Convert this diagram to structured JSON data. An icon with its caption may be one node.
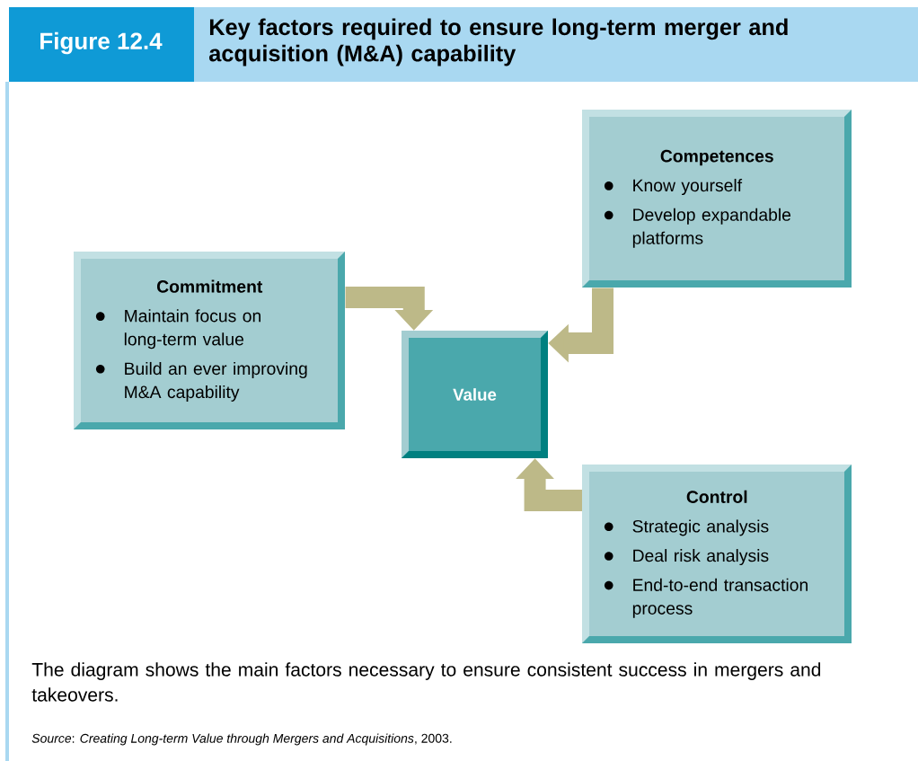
{
  "diagram": {
    "title": "Key factors required to ensure long-term merger and acquisition (M&A) capability",
    "caption": "The diagram shows the main factors necessary to ensure consistent success in mergers and takeovers.",
    "nodes": [
      {
        "text": [
          "Commitment",
          "Maintain focus on long-term value",
          "Build an ever improving M&A capability"
        ]
      },
      {
        "text": [
          "Competences",
          "Know yourself",
          "Develop expandable platforms"
        ]
      },
      {
        "text": [
          "Value"
        ]
      },
      {
        "text": [
          "Control",
          "Strategic analysis",
          "Deal risk analysis",
          "End-to-end transaction process"
        ]
      }
    ],
    "edges": [
      {
        "from": 0,
        "to": 2,
        "arrow": "to"
      },
      {
        "from": 1,
        "to": 2,
        "arrow": "to"
      },
      {
        "from": 3,
        "to": 2,
        "arrow": "to"
      }
    ],
    "labels": [
      "Figure 12.4",
      "*Source*: *Creating Long-term Value through Mergers and Acquisitions*, 2003."
    ]
  }
}
